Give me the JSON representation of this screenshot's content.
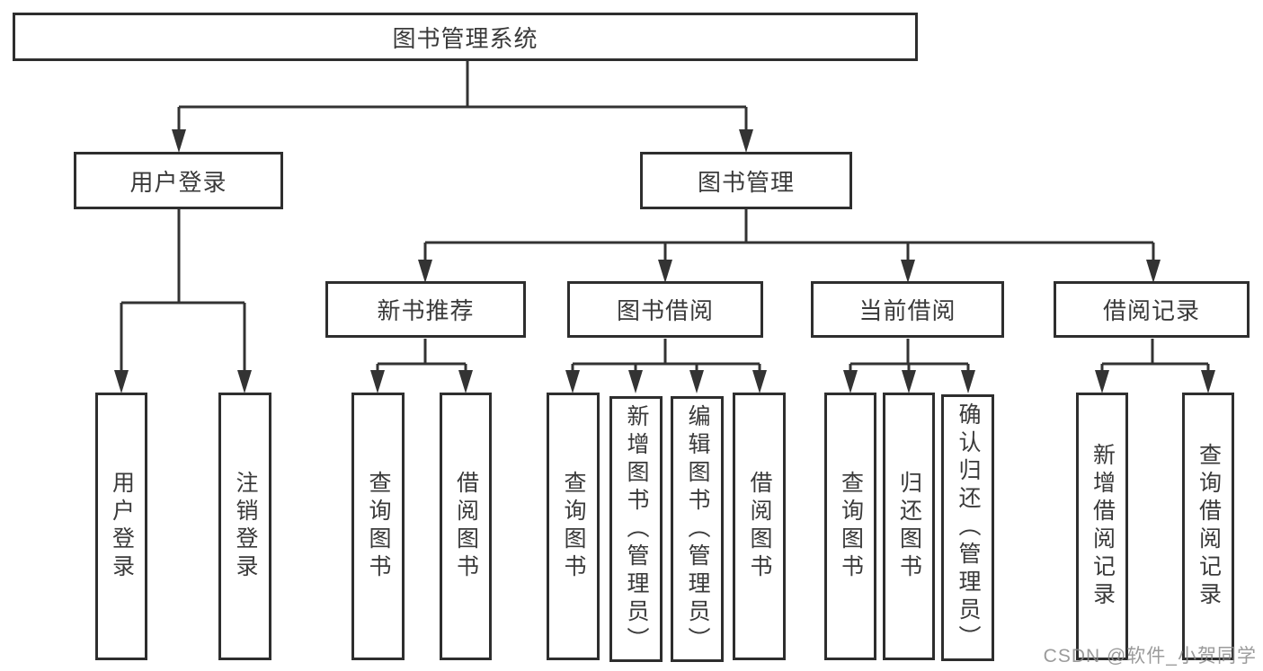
{
  "diagram": {
    "root": {
      "label": "图书管理系统",
      "children": [
        {
          "label": "用户登录",
          "children": [
            {
              "label": "用户登录"
            },
            {
              "label": "注销登录"
            }
          ]
        },
        {
          "label": "图书管理",
          "children": [
            {
              "label": "新书推荐",
              "children": [
                {
                  "label": "查询图书"
                },
                {
                  "label": "借阅图书"
                }
              ]
            },
            {
              "label": "图书借阅",
              "children": [
                {
                  "label": "查询图书"
                },
                {
                  "label": "新增图书（管理员）"
                },
                {
                  "label": "编辑图书（管理员）"
                },
                {
                  "label": "借阅图书"
                }
              ]
            },
            {
              "label": "当前借阅",
              "children": [
                {
                  "label": "查询图书"
                },
                {
                  "label": "归还图书"
                },
                {
                  "label": "确认归还（管理员）"
                }
              ]
            },
            {
              "label": "借阅记录",
              "children": [
                {
                  "label": "新增借阅记录"
                },
                {
                  "label": "查询借阅记录"
                }
              ]
            }
          ]
        }
      ]
    }
  },
  "watermark": "CSDN @软件_小贺同学",
  "colors": {
    "line": "#333333",
    "box_border": "#2e2e2e",
    "text": "#3a3a3a",
    "watermark": "#8a8a8a",
    "background": "#ffffff"
  }
}
